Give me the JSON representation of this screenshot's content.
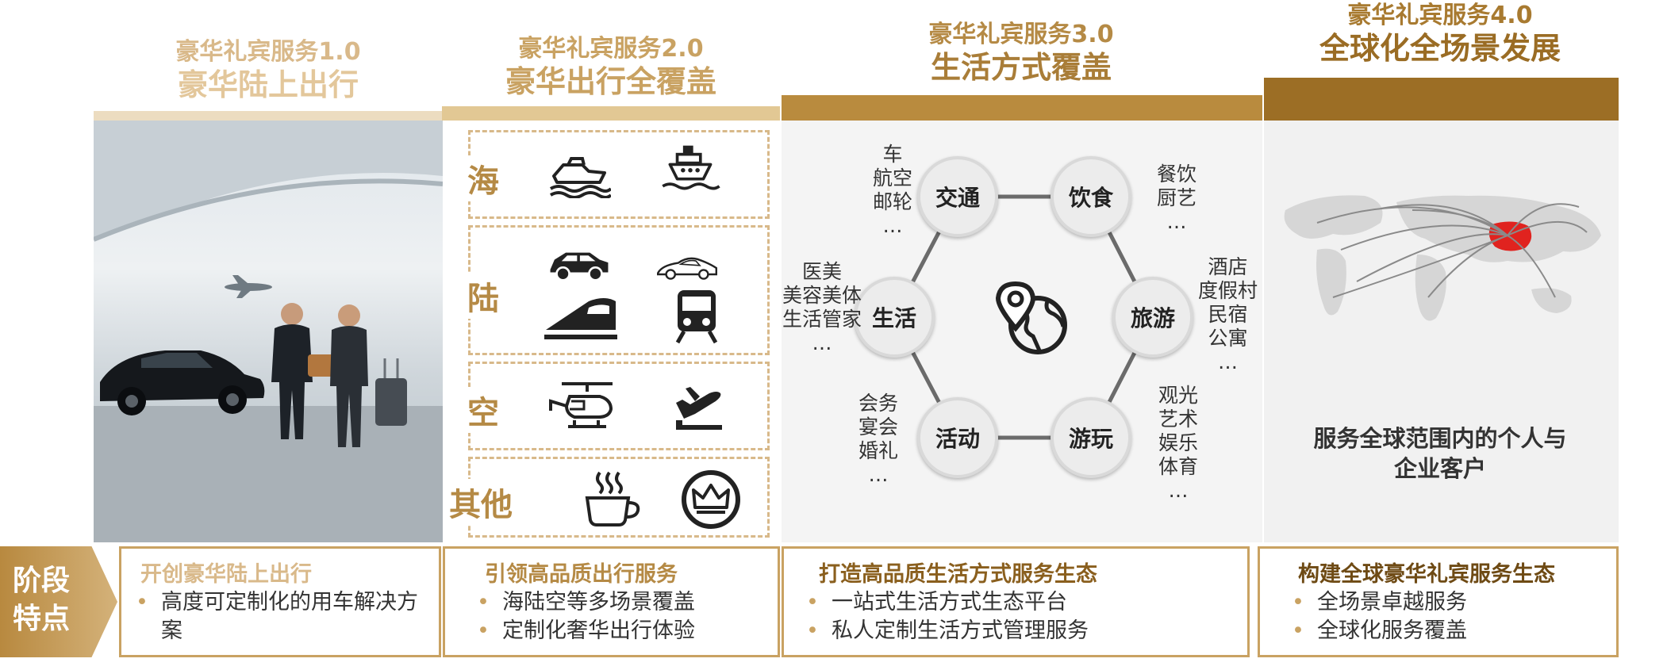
{
  "stages": [
    {
      "title": "豪华礼宾服务1.0",
      "subtitle": "豪华陆上出行",
      "title_color": "#d9b98a",
      "subtitle_color": "#e3c79b",
      "bar_color": "#ecdcc0"
    },
    {
      "title": "豪华礼宾服务2.0",
      "subtitle": "豪华出行全覆盖",
      "title_color": "#c9a262",
      "subtitle_color": "#c9a262",
      "bar_color": "#e2c894"
    },
    {
      "title": "豪华礼宾服务3.0",
      "subtitle": "生活方式覆盖",
      "title_color": "#b58a45",
      "subtitle_color": "#a97d38",
      "bar_color": "#b98b3e"
    },
    {
      "title": "豪华礼宾服务4.0",
      "subtitle": "全球化全场景发展",
      "title_color": "#a87a30",
      "subtitle_color": "#9a6c24",
      "bar_color": "#9c6e25"
    }
  ],
  "transport": {
    "categories": [
      {
        "label": "海",
        "icons": [
          "speedboat-icon",
          "cruise-ship-icon"
        ]
      },
      {
        "label": "陆",
        "icons": [
          "car-icon",
          "sports-car-icon",
          "high-speed-train-icon",
          "train-icon"
        ]
      },
      {
        "label": "空",
        "icons": [
          "helicopter-icon",
          "airplane-icon"
        ]
      },
      {
        "label": "其他",
        "icons": [
          "coffee-cup-icon",
          "crown-icon"
        ]
      }
    ]
  },
  "lifestyle": {
    "nodes": [
      "交通",
      "饮食",
      "旅游",
      "游玩",
      "活动",
      "生活"
    ],
    "notes": {
      "交通": [
        "车",
        "航空",
        "邮轮",
        "…"
      ],
      "饮食": [
        "餐饮",
        "厨艺",
        "…"
      ],
      "旅游": [
        "酒店",
        "度假村",
        "民宿",
        "公寓",
        "…"
      ],
      "游玩": [
        "观光",
        "艺术",
        "娱乐",
        "体育",
        "…"
      ],
      "活动": [
        "会务",
        "宴会",
        "婚礼",
        "…"
      ],
      "生活": [
        "医美",
        "美容美体",
        "生活管家",
        "…"
      ]
    }
  },
  "global": {
    "description": [
      "服务全球范围内的个人与",
      "企业客户"
    ],
    "highlight_color": "#e0231f"
  },
  "features_tab": [
    "阶段",
    "特点"
  ],
  "features": [
    {
      "title": "开创豪华陆上出行",
      "title_color": "#d9b98a",
      "bullets": [
        "高度可定制化的用车解决方案"
      ]
    },
    {
      "title": "引领高品质出行服务",
      "title_color": "#b58a45",
      "bullets": [
        "海陆空等多场景覆盖",
        "定制化奢华出行体验"
      ]
    },
    {
      "title": "打造高品质生活方式服务生态",
      "title_color": "#8a5f1e",
      "bullets": [
        "一站式生活方式生态平台",
        "私人定制生活方式管理服务"
      ]
    },
    {
      "title": "构建全球豪华礼宾服务生态",
      "title_color": "#6e4a14",
      "bullets": [
        "全场景卓越服务",
        "全球化服务覆盖"
      ]
    }
  ]
}
